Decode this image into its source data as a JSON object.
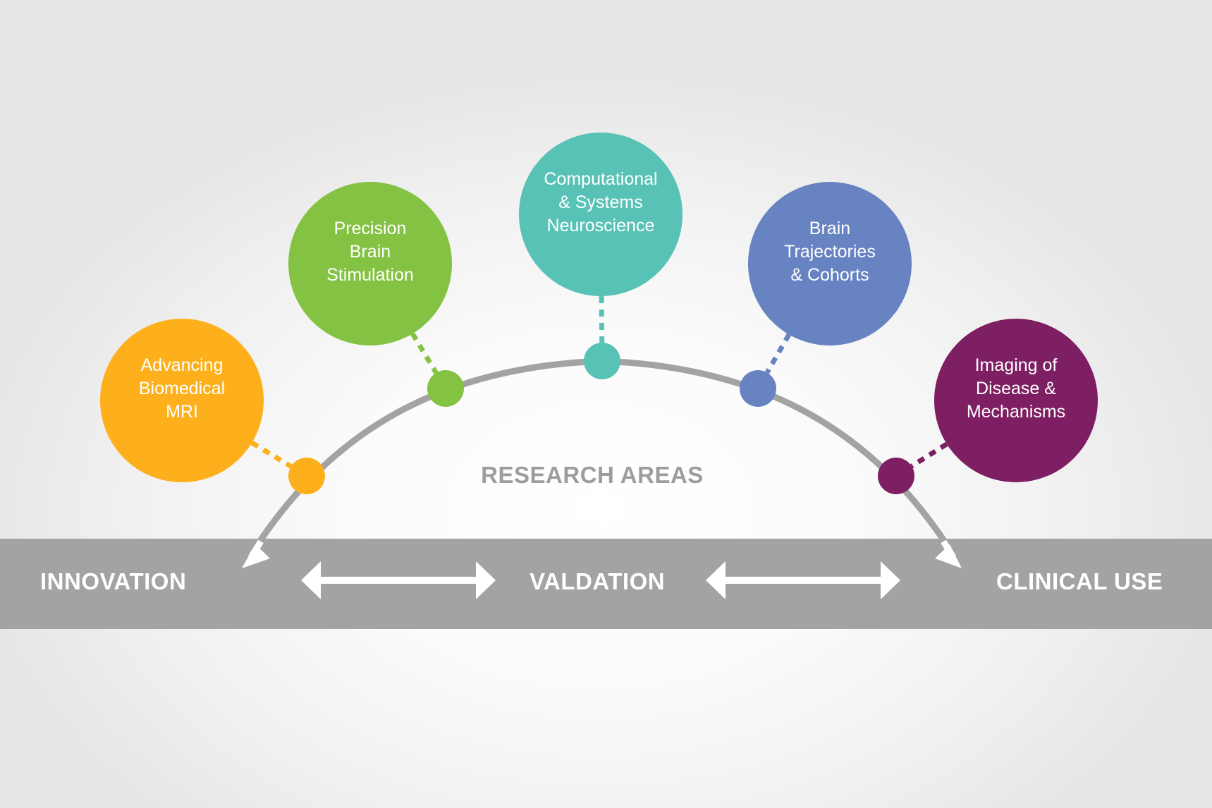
{
  "diagram": {
    "center_label": "RESEARCH AREAS",
    "research_areas": [
      {
        "label": "Advancing\nBiomedical\nMRI",
        "color": "#fdb01b"
      },
      {
        "label": "Precision\nBrain\nStimulation",
        "color": "#83c242"
      },
      {
        "label": "Computational\n& Systems\nNeuroscience",
        "color": "#57c2b5"
      },
      {
        "label": "Brain\nTrajectories\n& Cohorts",
        "color": "#6783c2"
      },
      {
        "label": "Imaging of\nDisease &\nMechanisms",
        "color": "#7e1f63"
      }
    ],
    "pipeline": {
      "stages": [
        "INNOVATION",
        "VALDATION",
        "CLINICAL USE"
      ],
      "connector": "bidirectional-arrow"
    },
    "colors": {
      "arc": "#a3a3a3",
      "band": "#a3a3a3",
      "band_text": "#ffffff",
      "center_label": "#9d9d9d"
    }
  }
}
